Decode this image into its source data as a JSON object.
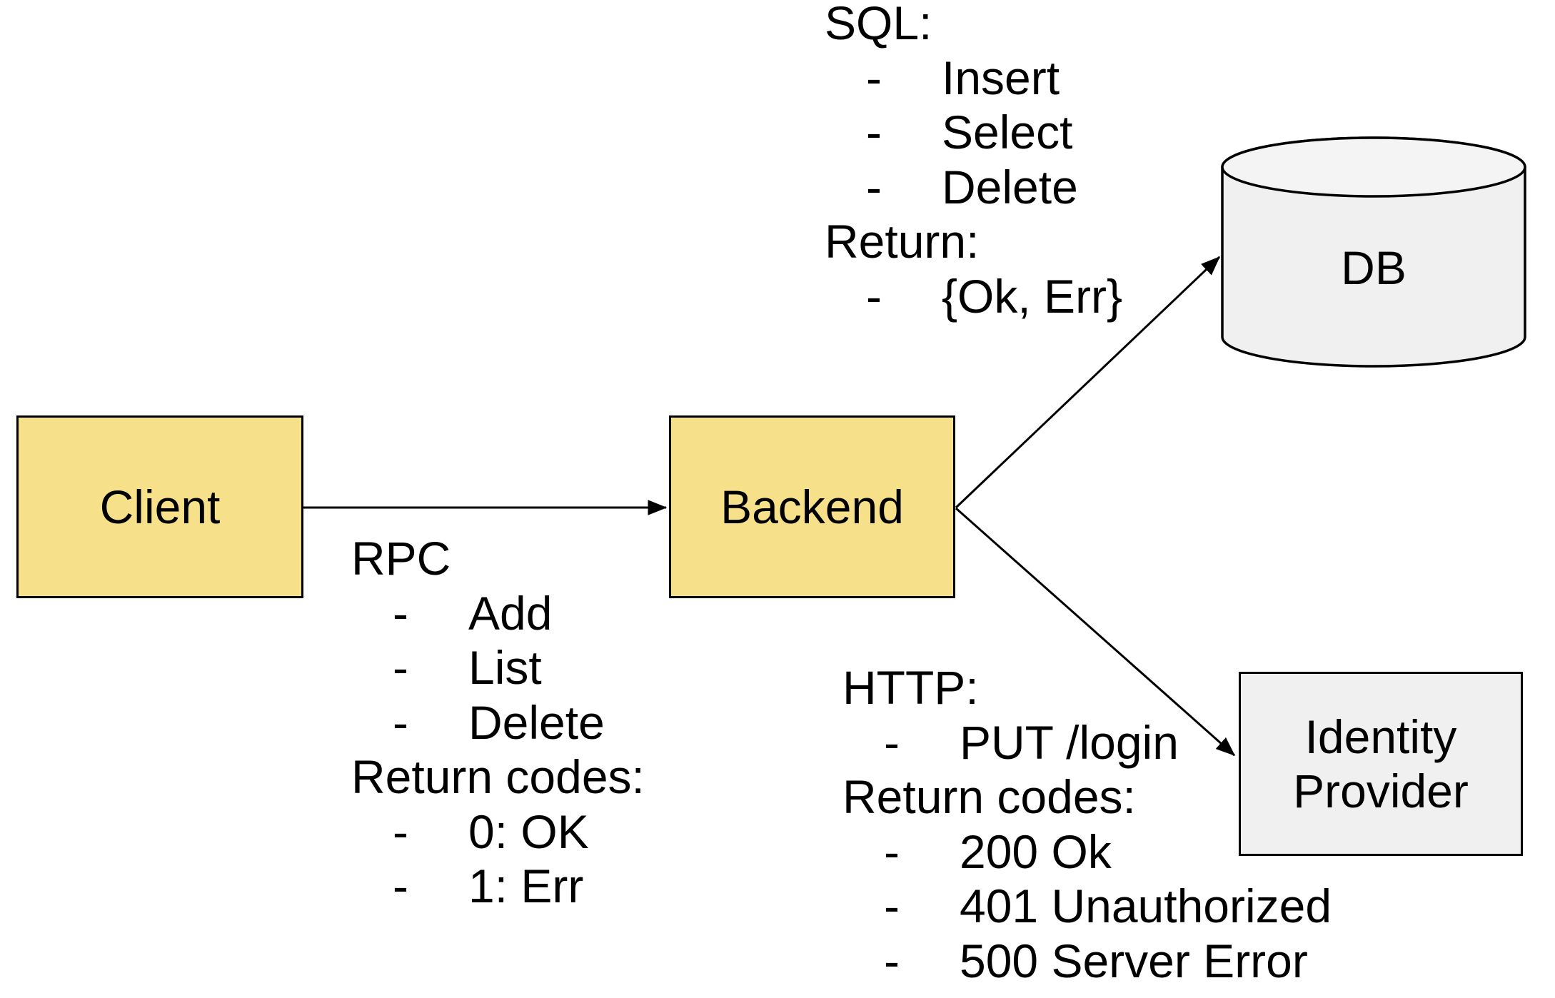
{
  "nodes": {
    "client": {
      "label": "Client",
      "fill": "#F7E08A"
    },
    "backend": {
      "label": "Backend",
      "fill": "#F7E08A"
    },
    "db": {
      "label": "DB",
      "fill": "#F0F0F0",
      "shape": "cylinder"
    },
    "identity_provider": {
      "label": "Identity Provider",
      "fill": "#F0F0F0"
    }
  },
  "edges": [
    {
      "name": "client-to-backend",
      "from": "client",
      "to": "backend",
      "note": "rpc"
    },
    {
      "name": "backend-to-db",
      "from": "backend",
      "to": "db",
      "note": "sql"
    },
    {
      "name": "backend-to-identity-provider",
      "from": "backend",
      "to": "identity_provider",
      "note": "http"
    }
  ],
  "notes": {
    "rpc": {
      "lines": [
        {
          "text": "RPC"
        },
        {
          "dash": "-",
          "text": "Add"
        },
        {
          "dash": "-",
          "text": "List"
        },
        {
          "dash": "-",
          "text": "Delete"
        },
        {
          "text": "Return codes:"
        },
        {
          "dash": "-",
          "text": "0: OK"
        },
        {
          "dash": "-",
          "text": "1: Err"
        }
      ]
    },
    "sql": {
      "lines": [
        {
          "text": "SQL:"
        },
        {
          "dash": "-",
          "text": "Insert"
        },
        {
          "dash": "-",
          "text": "Select"
        },
        {
          "dash": "-",
          "text": "Delete"
        },
        {
          "text": "Return:"
        },
        {
          "dash": "-",
          "text": "{Ok, Err}"
        }
      ]
    },
    "http": {
      "lines": [
        {
          "text": "HTTP:"
        },
        {
          "dash": "-",
          "text": "PUT /login"
        },
        {
          "text": "Return codes:"
        },
        {
          "dash": "-",
          "text": "200 Ok"
        },
        {
          "dash": "-",
          "text": "401 Unauthorized"
        },
        {
          "dash": "-",
          "text": "500 Server Error"
        }
      ]
    }
  },
  "colors": {
    "background": "#FFFFFF",
    "stroke": "#000000",
    "text": "#000000",
    "node_fill_yellow": "#F7E08A",
    "node_fill_gray": "#F0F0F0"
  }
}
